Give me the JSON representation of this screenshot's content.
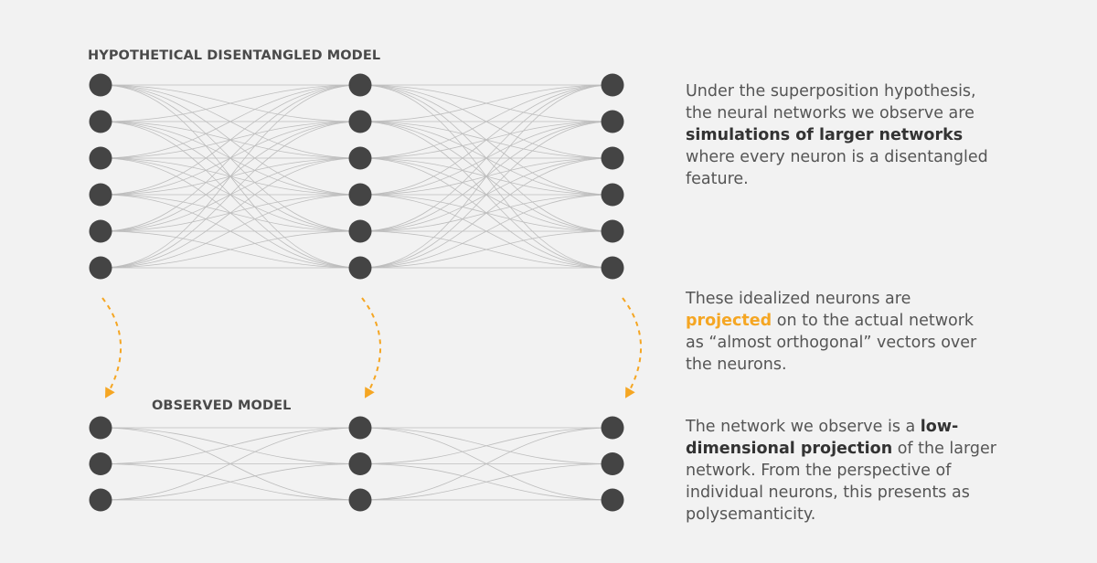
{
  "labels": {
    "top_model": "HYPOTHETICAL DISENTANGLED MODEL",
    "bottom_model": "OBSERVED MODEL"
  },
  "paragraphs": {
    "p1": {
      "line1": "Under the superposition hypothesis,",
      "line2": "the neural networks we observe are",
      "line3_bold": "simulations of larger networks",
      "line4": "where every neuron is a disentangled",
      "line5": "feature."
    },
    "p2": {
      "line1": "These idealized neurons are",
      "line2_accent": "projected",
      "line2_rest": " on to the actual network",
      "line3": "as “almost orthogonal” vectors over",
      "line4": "the neurons."
    },
    "p3": {
      "line1_plain": "The network we observe is a ",
      "line1_bold": "low-",
      "line2_bold": "dimensional projection",
      "line2_rest": " of the larger",
      "line3": "network. From the perspective of",
      "line4": "individual neurons, this presents as",
      "line5": "polysemanticity."
    }
  },
  "colors": {
    "background": "#f2f2f2",
    "node": "#444444",
    "edge": "#bdbdbd",
    "accent_arrow": "#f5a623",
    "text": "#555555",
    "label": "#4a4a4a"
  },
  "network": {
    "top": {
      "layers": 3,
      "nodes_per_layer": 6
    },
    "bottom": {
      "layers": 3,
      "nodes_per_layer": 3
    },
    "projection_arrows": 3
  }
}
